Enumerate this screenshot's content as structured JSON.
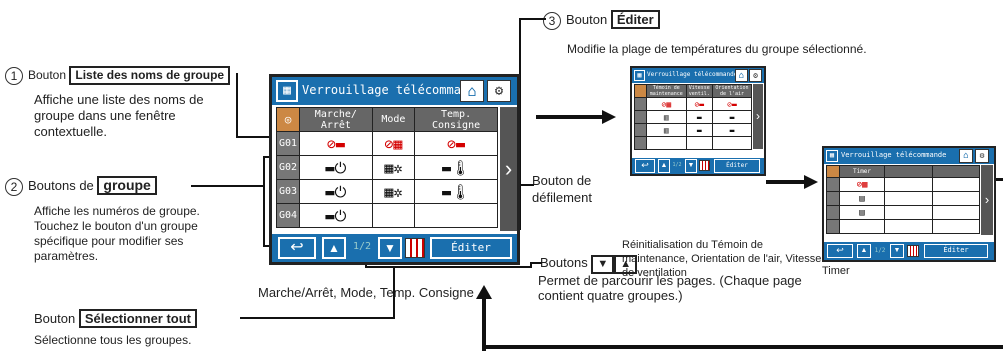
{
  "callouts": {
    "c1": {
      "number": "1",
      "prefix": "Bouton",
      "boxed": "Liste des noms de groupe",
      "desc": "Affiche une liste des noms de groupe dans une fenêtre contextuelle."
    },
    "c2": {
      "number": "2",
      "prefix": "Boutons de",
      "boxed": "groupe",
      "desc": "Affiche les numéros de groupe. Touchez le bouton d'un groupe spécifique pour modifier ses paramètres."
    },
    "c3": {
      "number": "3",
      "prefix": "Bouton",
      "boxed": "Éditer",
      "desc": "Modifie la plage de températures du groupe sélectionné."
    },
    "select_all": {
      "prefix": "Bouton",
      "boxed": "Sélectionner tout",
      "desc": "Sélectionne tous les groupes."
    },
    "scroll": {
      "text": "Bouton de défilement"
    },
    "page_buttons": {
      "prefix": "Boutons",
      "down": "▼",
      "up": "▲",
      "desc": "Permet de parcourir les pages. (Chaque page contient quatre groupes.)"
    },
    "main_caption": "Marche/Arrêt, Mode, Temp. Consigne",
    "mid_caption": "Réinitialisation du Témoin de maintenance, Orientation de l'air, Vitesse de ventilation",
    "right_caption": "Timer"
  },
  "main_screen": {
    "title": "Verrouillage télécommande",
    "headers": [
      "Marche/\nArrêt",
      "Mode",
      "Temp.\nConsigne"
    ],
    "groups": [
      "G01",
      "G02",
      "G03",
      "G04"
    ],
    "page": "1/2",
    "edit_label": "Éditer"
  },
  "mid_screen": {
    "title": "Verrouillage télécommande",
    "headers": [
      "Témoin de maintenance",
      "Vitesse ventil.",
      "Orientation de l'air"
    ],
    "page": "1/2",
    "edit_label": "Éditer"
  },
  "right_screen": {
    "title": "Verrouillage télécommande",
    "headers": [
      "Timer"
    ],
    "page": "1/2",
    "edit_label": "Éditer"
  },
  "colors": {
    "screen_blue": "#1a6fae",
    "header_gray": "#666666",
    "off_red": "#d40000"
  }
}
